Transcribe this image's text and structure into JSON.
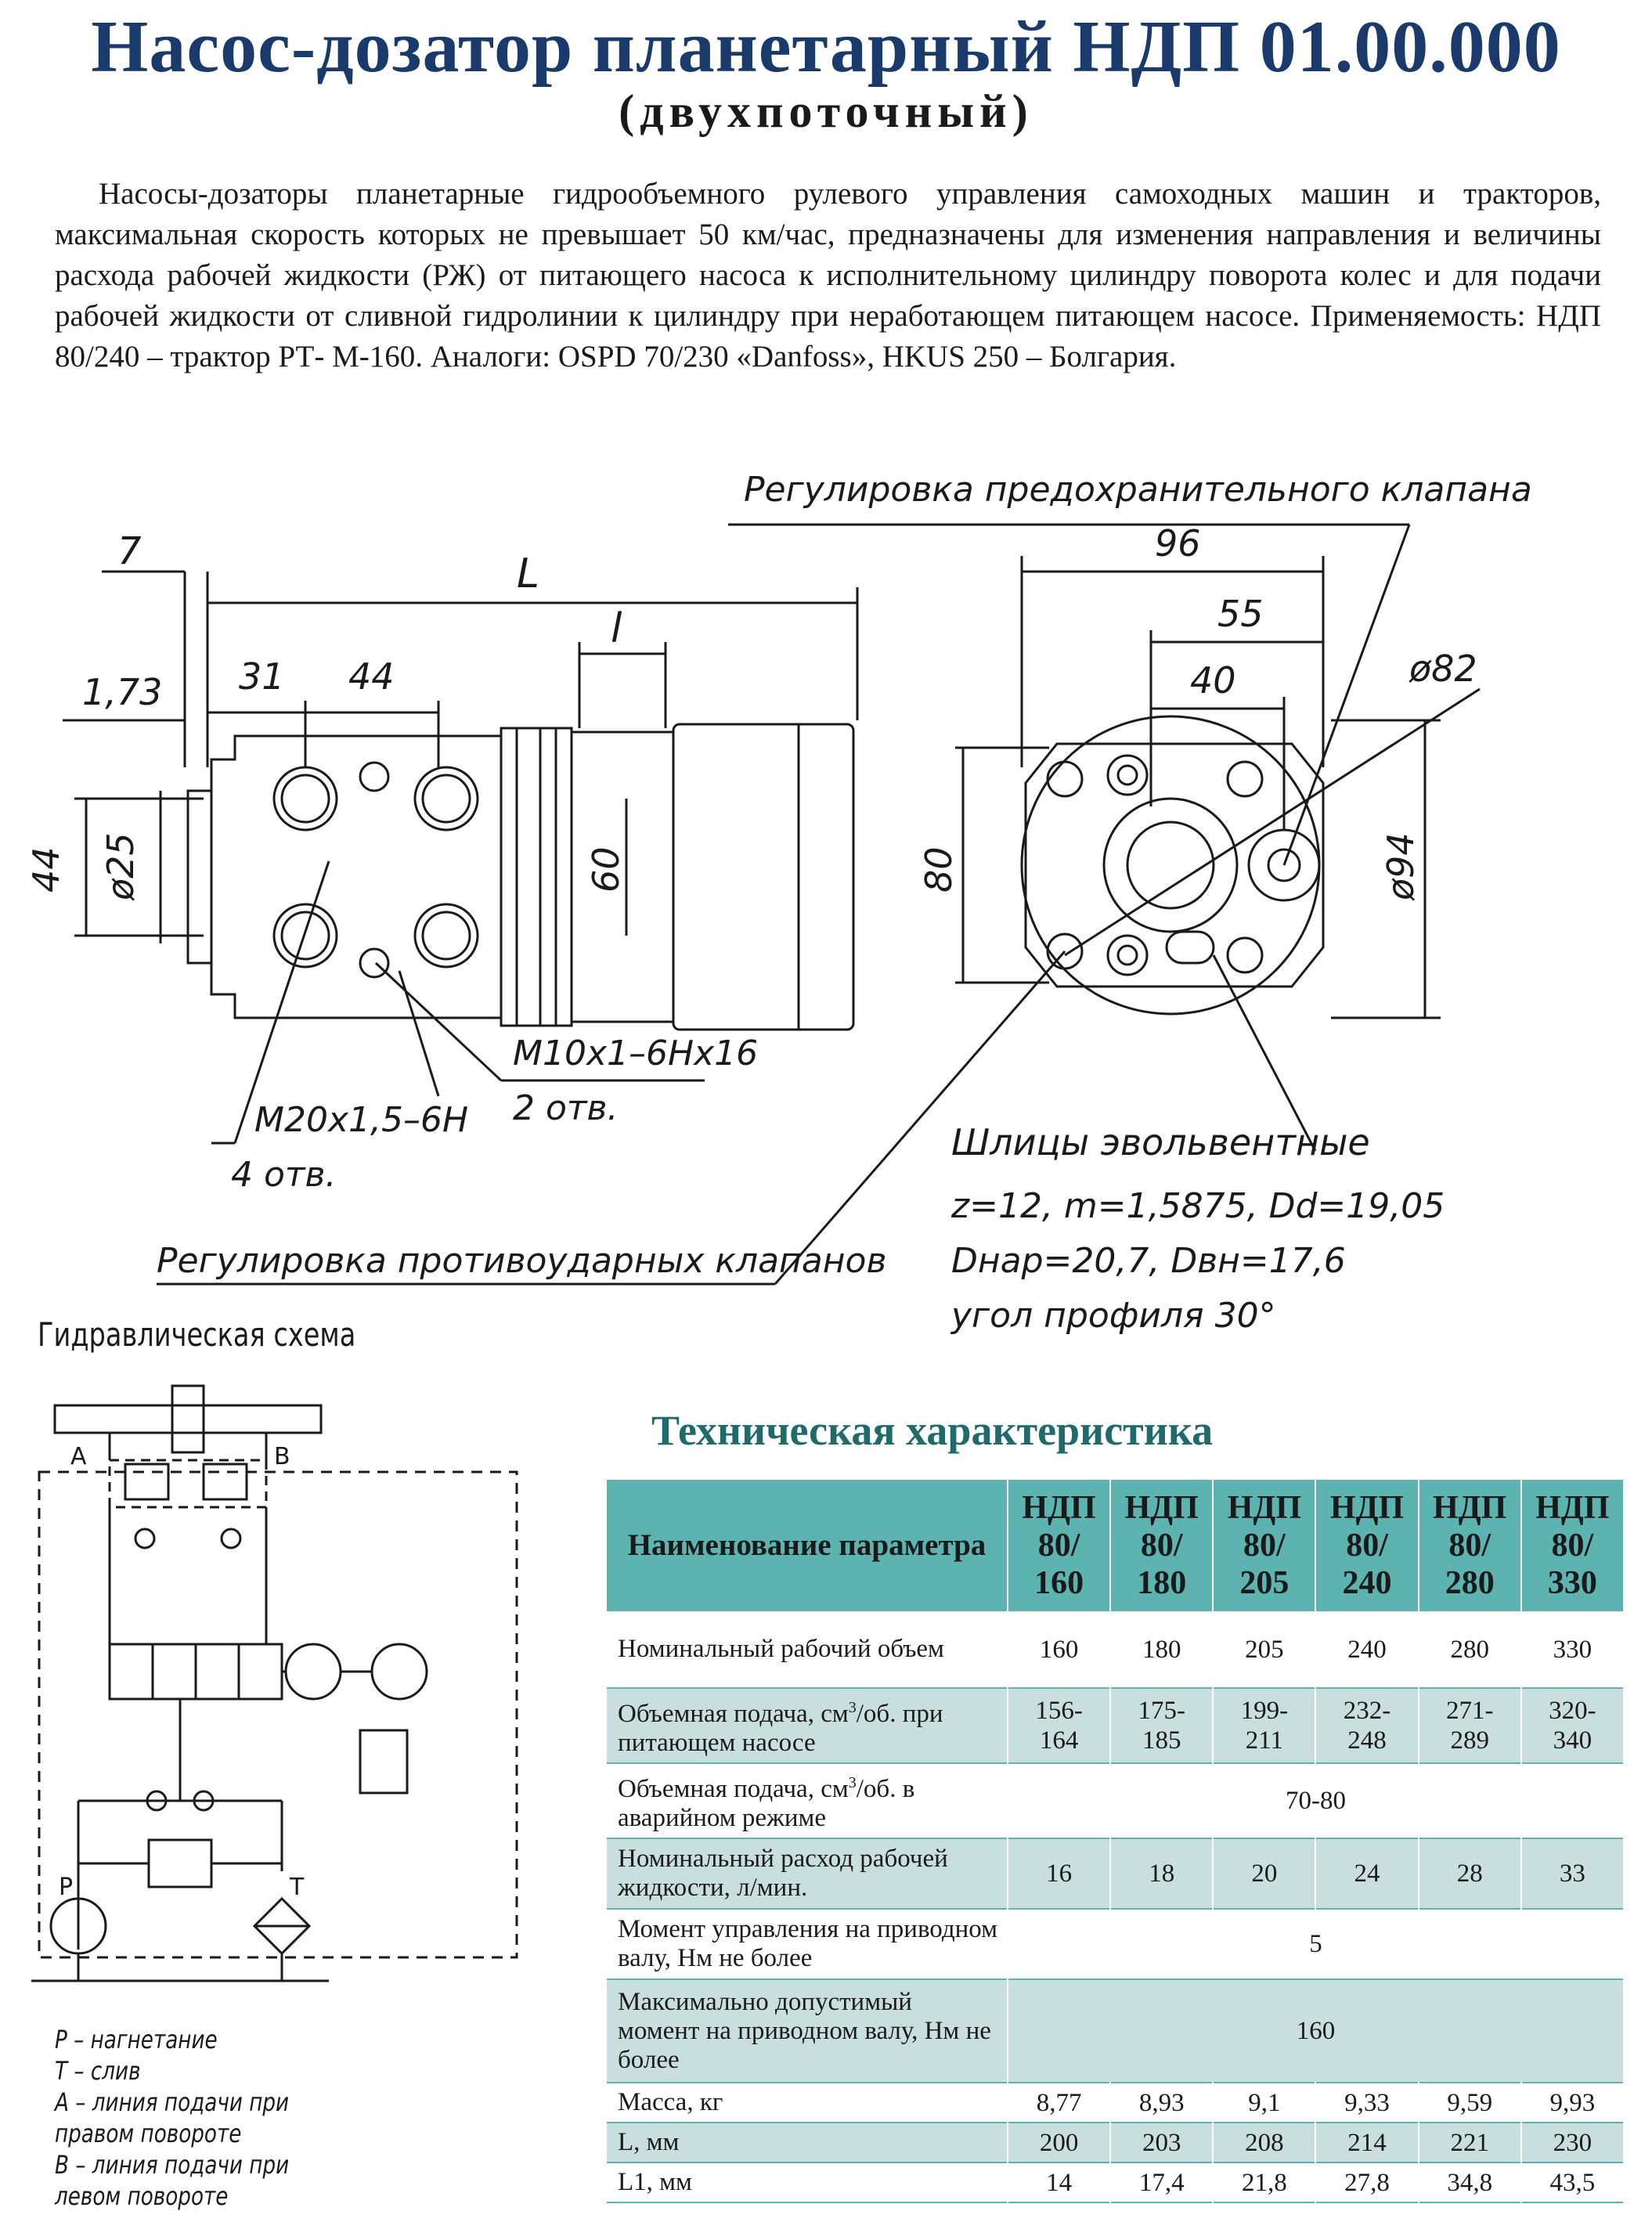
{
  "header": {
    "title": "Насос-дозатор планетарный НДП 01.00.000",
    "subtitle": "(двухпоточный)"
  },
  "intro": "Насосы-дозаторы планетарные гидрообъемного рулевого управления самоходных машин и тракторов, максимальная скорость которых не превышает 50 км/час, предназначены для изменения направления и величины расхода рабочей жидкости (РЖ) от питающего насоса к исполнительному цилиндру поворота колес и для подачи рабочей жидкости от сливной гидролинии к цилиндру при неработающем питающем насосе. Применяемость: НДП 80/240 – трактор РТ- М-160. Аналоги: OSPD 70/230 «Danfoss», HKUS 250 – Болгария.",
  "drawing": {
    "relief_valve_label": "Регулировка предохранительного клапана",
    "antishock_label": "Регулировка противоударных клапанов",
    "dim_7": "7",
    "dim_L": "L",
    "dim_l": "l",
    "dim_31": "31",
    "dim_44_top": "44",
    "dim_173": "1,73",
    "dim_44_side": "44",
    "dim_d25": "ø25",
    "dim_60": "60",
    "thread_m10": "M10x1–6Hx16",
    "thread_m10_count": "2 отв.",
    "thread_m20": "M20x1,5–6H",
    "thread_m20_count": "4 отв.",
    "dim_96": "96",
    "dim_55": "55",
    "dim_40": "40",
    "dim_d82": "ø82",
    "dim_80": "80",
    "dim_d94": "ø94",
    "spline_title": "Шлицы эвольвентные",
    "spline_line1": "z=12, m=1,5875, Dd=19,05",
    "spline_line2": "Dнар=20,7, Dвн=17,6",
    "spline_line3": "угол профиля 30°"
  },
  "schema": {
    "title": "Гидравлическая схема",
    "port_a": "A",
    "port_b": "B",
    "port_p": "P",
    "port_t": "T",
    "legend": [
      "P – нагнетание",
      "T – слив",
      "A – линия подачи при",
      "правом повороте",
      "B – линия подачи при",
      "левом повороте"
    ]
  },
  "tech": {
    "title": "Техническая характеристика",
    "param_header": "Наименование параметра",
    "models": [
      {
        "l1": "НДП",
        "l2": "80/",
        "l3": "160"
      },
      {
        "l1": "НДП",
        "l2": "80/",
        "l3": "180"
      },
      {
        "l1": "НДП",
        "l2": "80/",
        "l3": "205"
      },
      {
        "l1": "НДП",
        "l2": "80/",
        "l3": "240"
      },
      {
        "l1": "НДП",
        "l2": "80/",
        "l3": "280"
      },
      {
        "l1": "НДП",
        "l2": "80/",
        "l3": "330"
      }
    ],
    "rows": [
      {
        "name": "Номинальный рабочий объем",
        "values": [
          "160",
          "180",
          "205",
          "240",
          "280",
          "330"
        ]
      },
      {
        "name_a": "Объемная подача, см",
        "name_sup": "3",
        "name_b": "/об. при питающем насосе",
        "values_top": [
          "156-",
          "175-",
          "199-",
          "232-",
          "271-",
          "320-"
        ],
        "values_bottom": [
          "164",
          "185",
          "211",
          "248",
          "289",
          "340"
        ]
      },
      {
        "name_a": "Объемная подача, см",
        "name_sup": "3",
        "name_b": "/об. в аварийном режиме",
        "value": "70-80"
      },
      {
        "name": "Номинальный расход рабочей жидкости, л/мин.",
        "values": [
          "16",
          "18",
          "20",
          "24",
          "28",
          "33"
        ]
      },
      {
        "name": "Момент управления на приводном валу, Нм не более",
        "value": "5"
      },
      {
        "name": "Максимально допустимый момент на приводном валу, Нм не более",
        "value": "160"
      },
      {
        "name": "Масса, кг",
        "values": [
          "8,77",
          "8,93",
          "9,1",
          "9,33",
          "9,59",
          "9,93"
        ]
      },
      {
        "name": "L, мм",
        "values": [
          "200",
          "203",
          "208",
          "214",
          "221",
          "230"
        ]
      },
      {
        "name": "L1, мм",
        "values": [
          "14",
          "17,4",
          "21,8",
          "27,8",
          "34,8",
          "43,5"
        ]
      }
    ]
  }
}
